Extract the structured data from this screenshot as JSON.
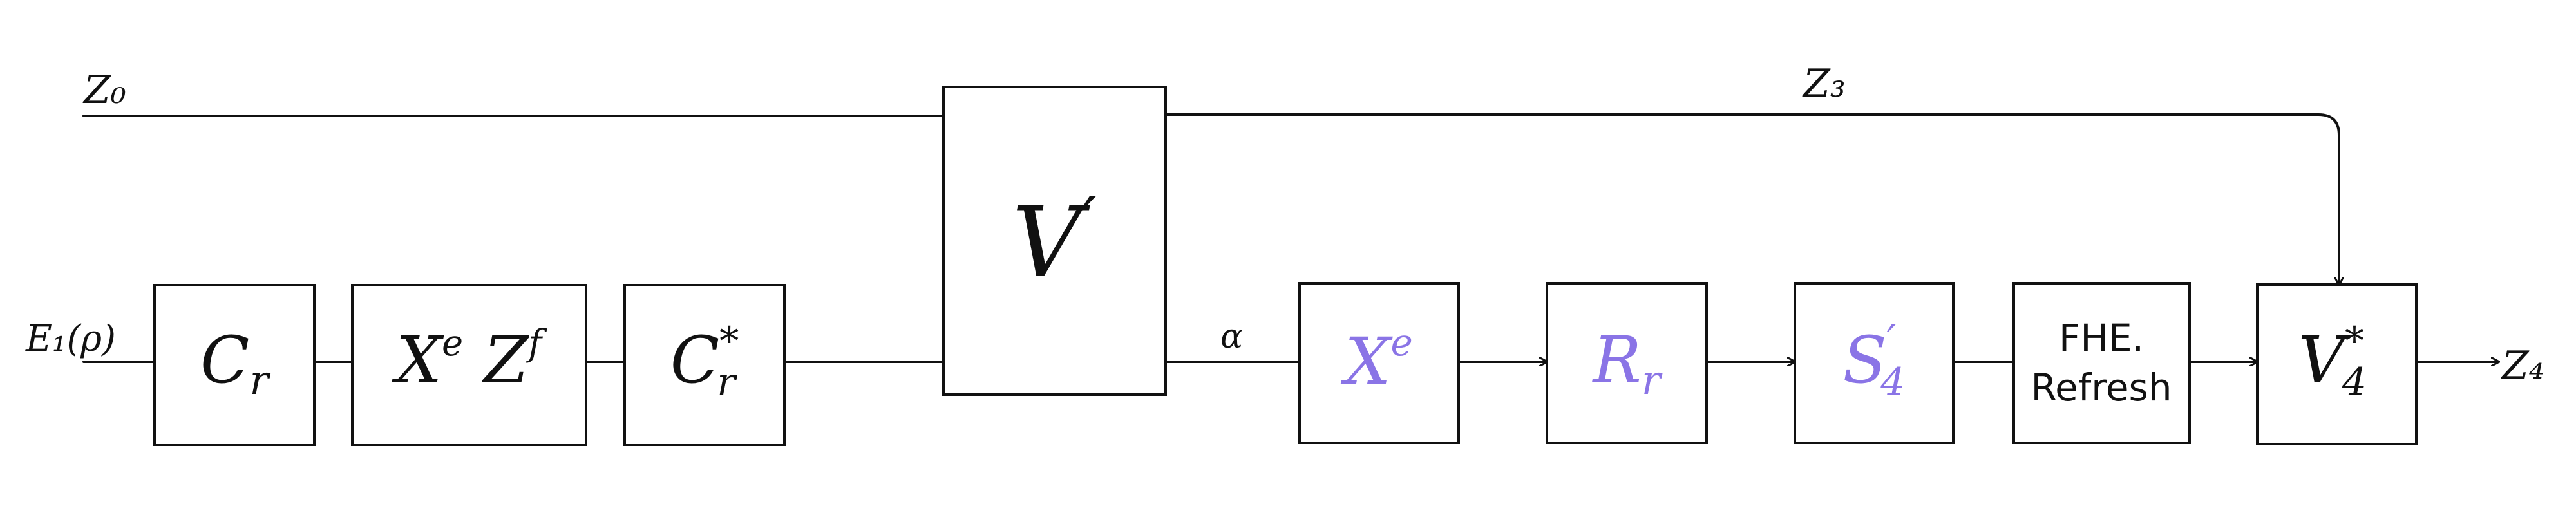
{
  "diagram": {
    "signals": {
      "z0": "Z₀",
      "z3": "Z₃",
      "e1_rho": "E₁(ρ)",
      "alpha": "α",
      "z4": "Z₄"
    },
    "blocks": {
      "cr": {
        "label": "C",
        "sub": "r"
      },
      "xz": {
        "label": "X",
        "sup1": "e",
        "label2": " Z",
        "sup2": "f"
      },
      "crstar": {
        "label": "C",
        "sup": "*",
        "sub": "r"
      },
      "vprime": {
        "label": "V",
        "sup": "′"
      },
      "xe": {
        "label": "X",
        "sup": "e"
      },
      "rr": {
        "label": "R",
        "sub": "r"
      },
      "s4prime": {
        "label": "S",
        "sup": "′",
        "sub": "4"
      },
      "fhe": {
        "line1": "FHE.",
        "line2": "Refresh"
      },
      "v4star": {
        "label": "V",
        "sup": "*",
        "sub": "4"
      }
    },
    "colors": {
      "ink": "#111111",
      "purple": "#8a74e6"
    }
  }
}
